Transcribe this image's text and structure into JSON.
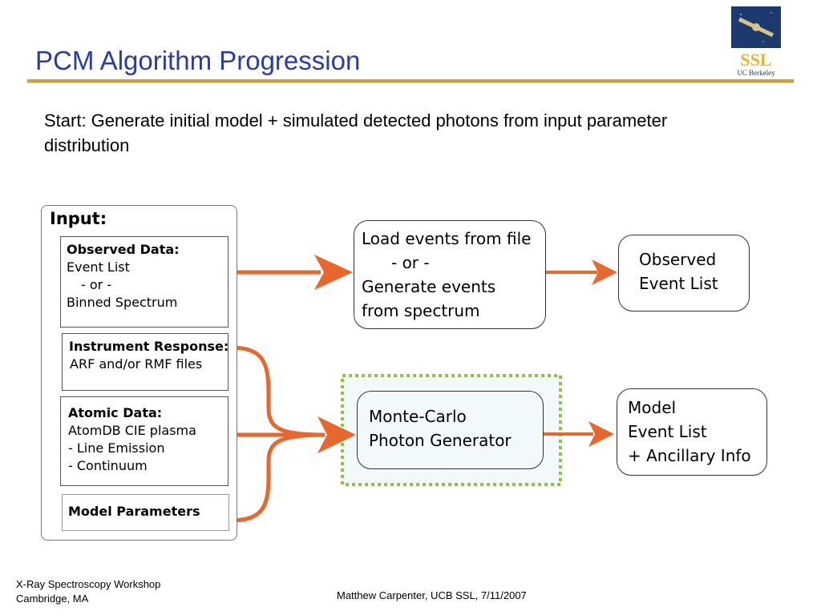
{
  "slide": {
    "title": "PCM Algorithm Progression",
    "intro": "Start: Generate initial model + simulated detected photons from input parameter distribution"
  },
  "logo": {
    "text": "SSL",
    "subtext": "UC Berkeley",
    "icon": "satellite-icon"
  },
  "input_panel": {
    "heading": "Input:",
    "observed": {
      "title": "Observed Data:",
      "lines": [
        "Event List",
        "- or -",
        "Binned Spectrum"
      ]
    },
    "instrument": {
      "title": "Instrument Response:",
      "lines": [
        "ARF and/or RMF files"
      ]
    },
    "atomic": {
      "title": "Atomic Data:",
      "lines": [
        "AtomDB CIE plasma",
        "- Line Emission",
        "- Continuum"
      ]
    },
    "model_params": {
      "title": "Model Parameters"
    }
  },
  "process": {
    "load": {
      "lines": [
        "Load events from file",
        "- or -",
        "Generate events",
        "from spectrum"
      ]
    },
    "monte_carlo": {
      "lines": [
        "Monte-Carlo",
        "Photon Generator"
      ]
    }
  },
  "outputs": {
    "observed": {
      "lines": [
        "Observed",
        "Event List"
      ]
    },
    "model": {
      "lines": [
        "Model",
        "Event List",
        "+ Ancillary Info"
      ]
    }
  },
  "colors": {
    "title": "#2a3da0",
    "rule": "#c9a23a",
    "arrow": "#e8672d",
    "dotted": "#8cc63f",
    "mc_fill": "#f2f9fc",
    "logo_bg": "#1d3a6e",
    "logo_text": "#e6b434"
  },
  "footer": {
    "left_lines": [
      "X-Ray Spectroscopy Workshop",
      "Cambridge, MA"
    ],
    "center": "Matthew Carpenter, UCB SSL, 7/11/2007"
  }
}
